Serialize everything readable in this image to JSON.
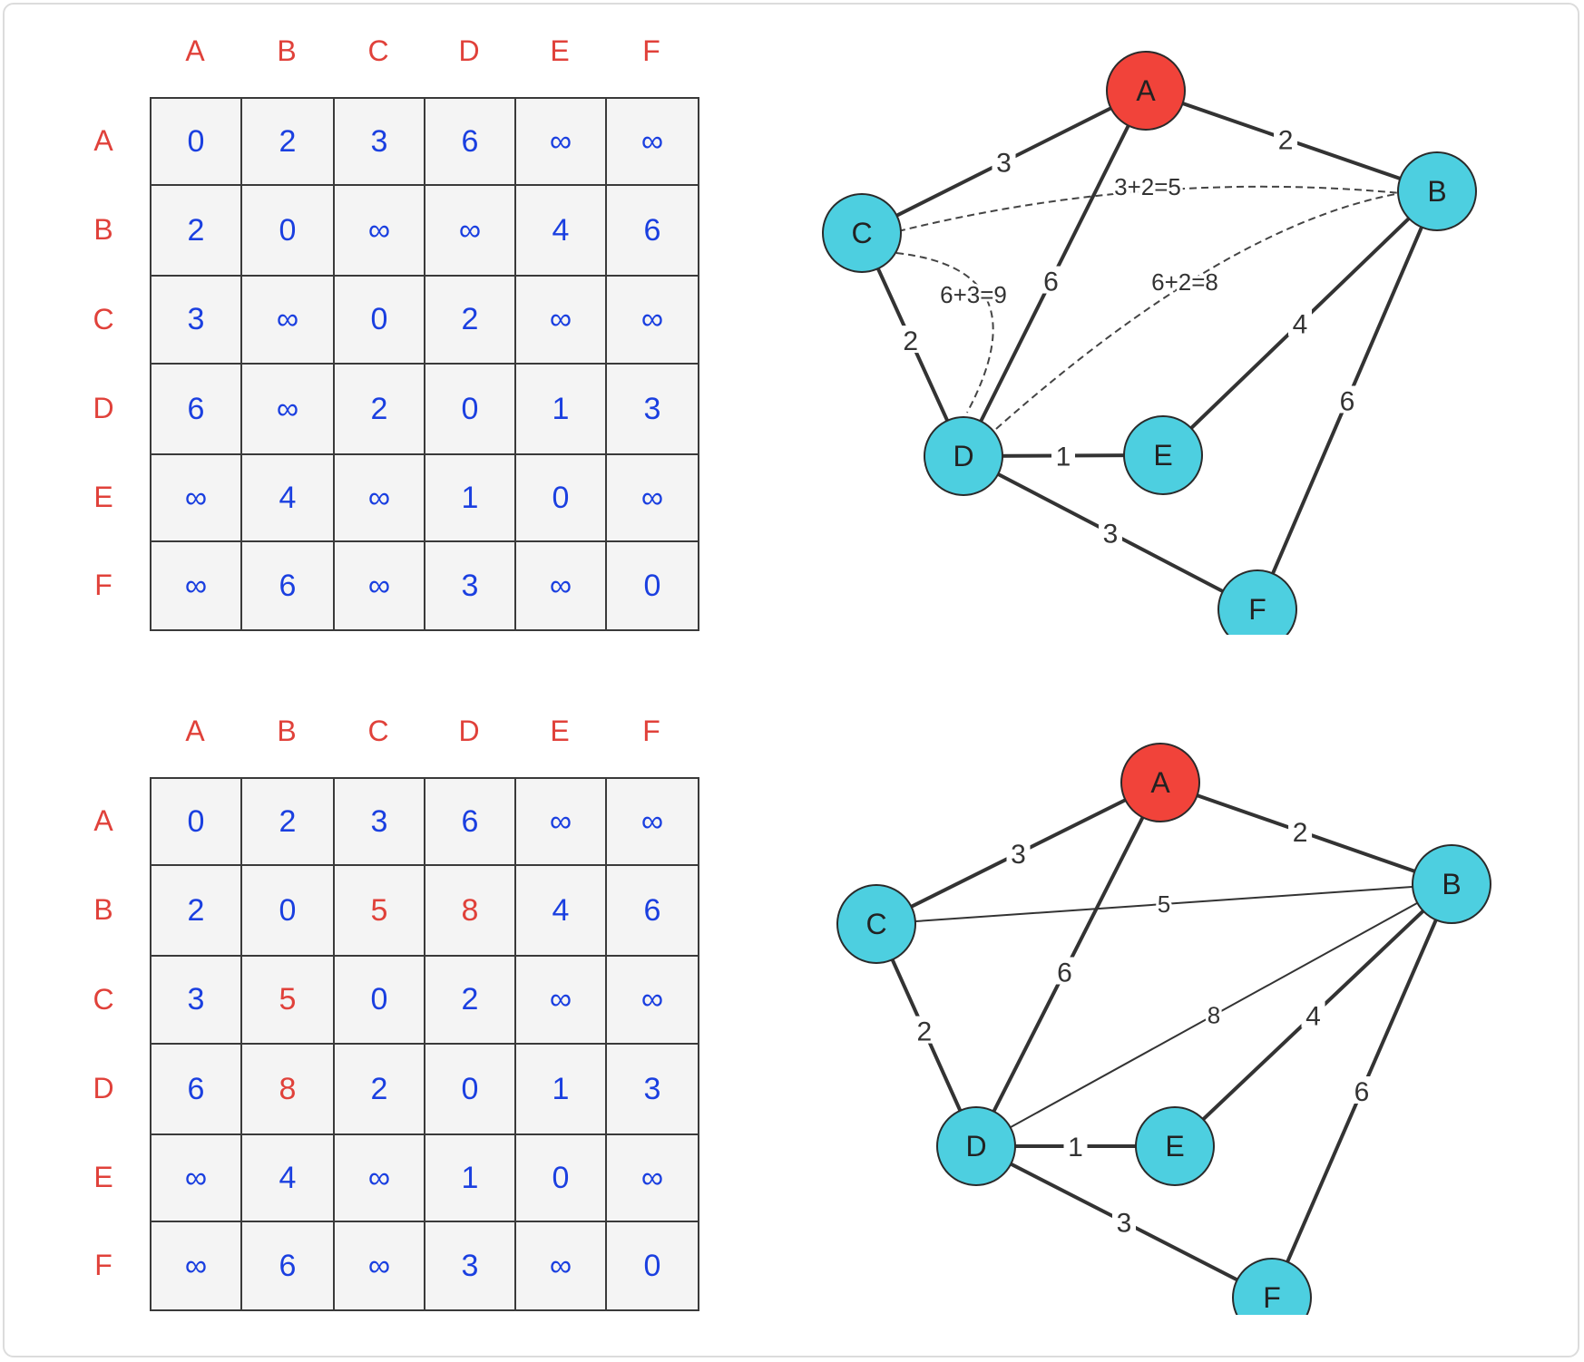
{
  "colors": {
    "header": "#e0413a",
    "value": "#1a3fe0",
    "updated": "#e0413a",
    "start_node": "#f1433a",
    "node": "#4dcfe0",
    "edge": "#333333"
  },
  "labels": [
    "A",
    "B",
    "C",
    "D",
    "E",
    "F"
  ],
  "inf_symbol": "∞",
  "top_matrix": {
    "rows": [
      [
        "0",
        "2",
        "3",
        "6",
        "∞",
        "∞"
      ],
      [
        "2",
        "0",
        "∞",
        "∞",
        "4",
        "6"
      ],
      [
        "3",
        "∞",
        "0",
        "2",
        "∞",
        "∞"
      ],
      [
        "6",
        "∞",
        "2",
        "0",
        "1",
        "3"
      ],
      [
        "∞",
        "4",
        "∞",
        "1",
        "0",
        "∞"
      ],
      [
        "∞",
        "6",
        "∞",
        "3",
        "∞",
        "0"
      ]
    ]
  },
  "bottom_matrix": {
    "rows": [
      [
        "0",
        "2",
        "3",
        "6",
        "∞",
        "∞"
      ],
      [
        "2",
        "0",
        "5",
        "8",
        "4",
        "6"
      ],
      [
        "3",
        "5",
        "0",
        "2",
        "∞",
        "∞"
      ],
      [
        "6",
        "8",
        "2",
        "0",
        "1",
        "3"
      ],
      [
        "∞",
        "4",
        "∞",
        "1",
        "0",
        "∞"
      ],
      [
        "∞",
        "6",
        "∞",
        "3",
        "∞",
        "0"
      ]
    ],
    "updated_cells": [
      [
        1,
        2
      ],
      [
        1,
        3
      ],
      [
        2,
        1
      ],
      [
        3,
        1
      ]
    ]
  },
  "top_graph": {
    "nodes": [
      "A",
      "B",
      "C",
      "D",
      "E",
      "F"
    ],
    "start_node": "A",
    "edges": [
      {
        "from": "A",
        "to": "B",
        "weight": "2"
      },
      {
        "from": "A",
        "to": "C",
        "weight": "3"
      },
      {
        "from": "A",
        "to": "D",
        "weight": "6"
      },
      {
        "from": "C",
        "to": "D",
        "weight": "2"
      },
      {
        "from": "D",
        "to": "E",
        "weight": "1"
      },
      {
        "from": "B",
        "to": "E",
        "weight": "4"
      },
      {
        "from": "B",
        "to": "F",
        "weight": "6"
      },
      {
        "from": "D",
        "to": "F",
        "weight": "3"
      }
    ],
    "dashed_paths": [
      {
        "from": "C",
        "to": "B",
        "label": "3+2=5"
      },
      {
        "from": "D",
        "to": "B",
        "label": "6+2=8"
      },
      {
        "from": "C",
        "to": "D",
        "label": "6+3=9"
      }
    ]
  },
  "bottom_graph": {
    "nodes": [
      "A",
      "B",
      "C",
      "D",
      "E",
      "F"
    ],
    "start_node": "A",
    "edges": [
      {
        "from": "A",
        "to": "B",
        "weight": "2"
      },
      {
        "from": "A",
        "to": "C",
        "weight": "3"
      },
      {
        "from": "A",
        "to": "D",
        "weight": "6"
      },
      {
        "from": "C",
        "to": "D",
        "weight": "2"
      },
      {
        "from": "D",
        "to": "E",
        "weight": "1"
      },
      {
        "from": "B",
        "to": "E",
        "weight": "4"
      },
      {
        "from": "B",
        "to": "F",
        "weight": "6"
      },
      {
        "from": "D",
        "to": "F",
        "weight": "3"
      }
    ],
    "new_edges": [
      {
        "from": "C",
        "to": "B",
        "weight": "5"
      },
      {
        "from": "D",
        "to": "B",
        "weight": "8"
      }
    ]
  }
}
